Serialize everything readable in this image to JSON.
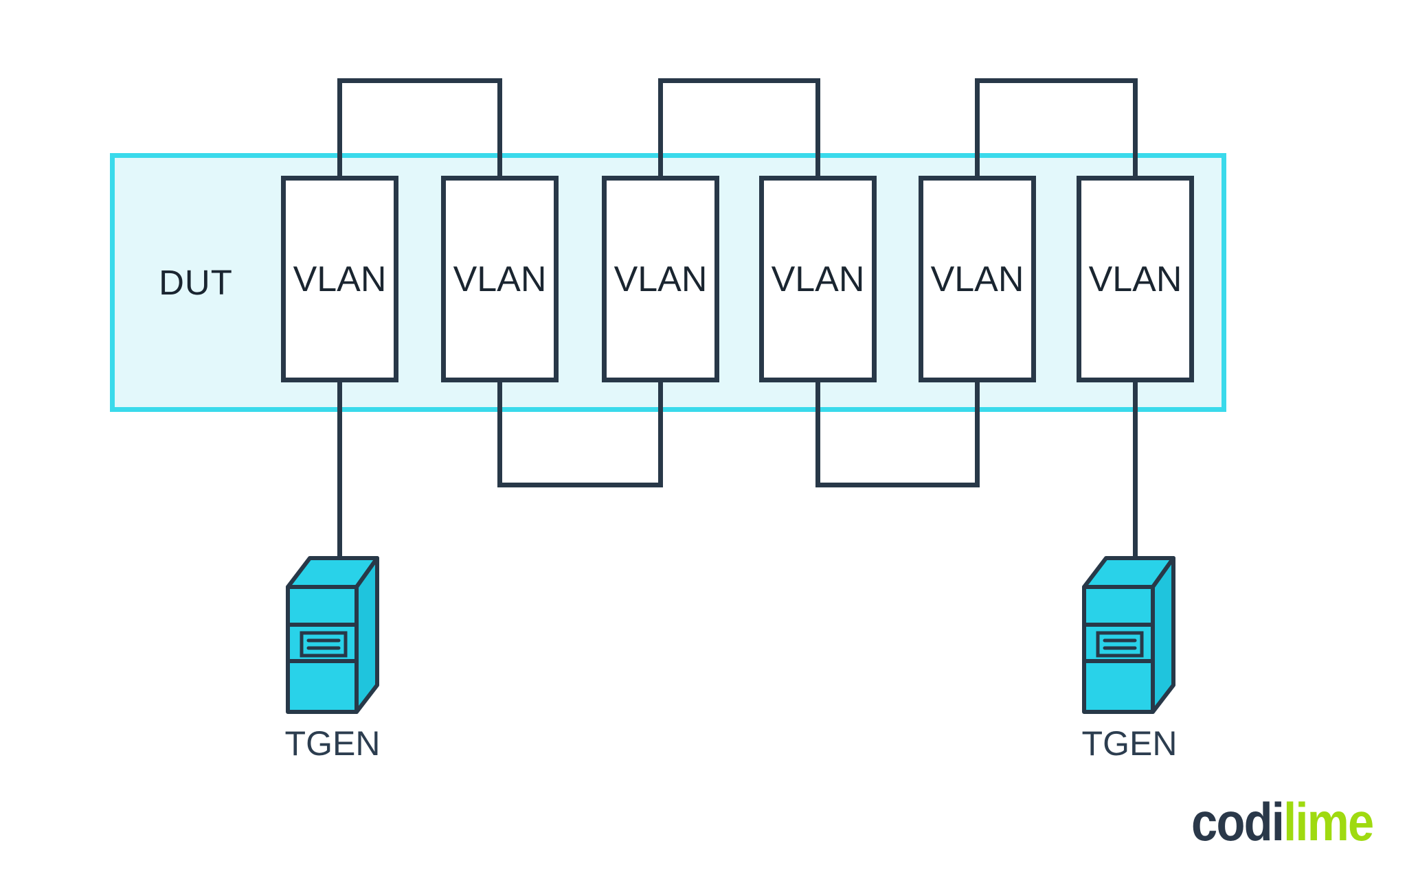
{
  "diagram": {
    "dut": {
      "label": "DUT"
    },
    "vlans": [
      {
        "label": "VLAN"
      },
      {
        "label": "VLAN"
      },
      {
        "label": "VLAN"
      },
      {
        "label": "VLAN"
      },
      {
        "label": "VLAN"
      },
      {
        "label": "VLAN"
      }
    ],
    "tgens": [
      {
        "label": "TGEN"
      },
      {
        "label": "TGEN"
      }
    ],
    "topology": {
      "top_links": [
        "vlan1-vlan2",
        "vlan3-vlan4",
        "vlan5-vlan6"
      ],
      "bottom_links": [
        "vlan2-vlan3",
        "vlan4-vlan5"
      ],
      "tgen_links": [
        "tgen1-vlan1",
        "tgen2-vlan6"
      ]
    }
  },
  "logo": {
    "part1": "codi",
    "part2": "lime"
  },
  "colors": {
    "line": "#283848",
    "accent_cyan": "#3ADAEB",
    "dut_fill": "#E3F8FB",
    "tgen_front": "#29D2E9",
    "tgen_side": "#1FC4DD",
    "text_dark": "#1A2530",
    "tgen_text": "#2C3D4F",
    "logo_dark": "#2A3849",
    "logo_lime": "#9FDA10"
  }
}
